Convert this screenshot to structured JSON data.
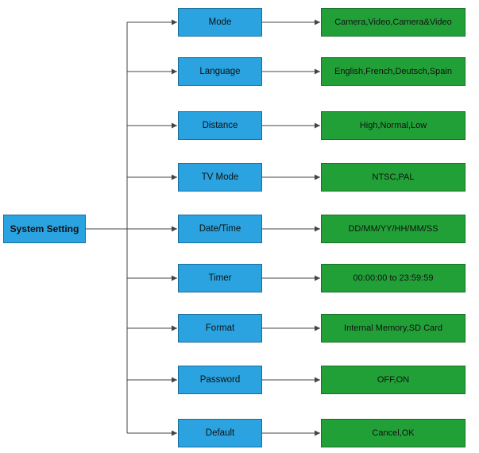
{
  "root": {
    "label": "System Setting"
  },
  "colors": {
    "setting_box": "#2aa3e0",
    "option_box": "#22a038",
    "line": "#444444"
  },
  "settings": [
    {
      "label": "Mode",
      "options": "Camera,Video,Camera&Video"
    },
    {
      "label": "Language",
      "options": "English,French,Deutsch,Spain"
    },
    {
      "label": "Distance",
      "options": "High,Normal,Low"
    },
    {
      "label": "TV Mode",
      "options": "NTSC,PAL"
    },
    {
      "label": "Date/Time",
      "options": "DD/MM/YY/HH/MM/SS"
    },
    {
      "label": "Timer",
      "options": "00:00:00 to 23:59:59"
    },
    {
      "label": "Format",
      "options": "Internal Memory,SD Card"
    },
    {
      "label": "Password",
      "options": "OFF,ON"
    },
    {
      "label": "Default",
      "options": "Cancel,OK"
    }
  ]
}
